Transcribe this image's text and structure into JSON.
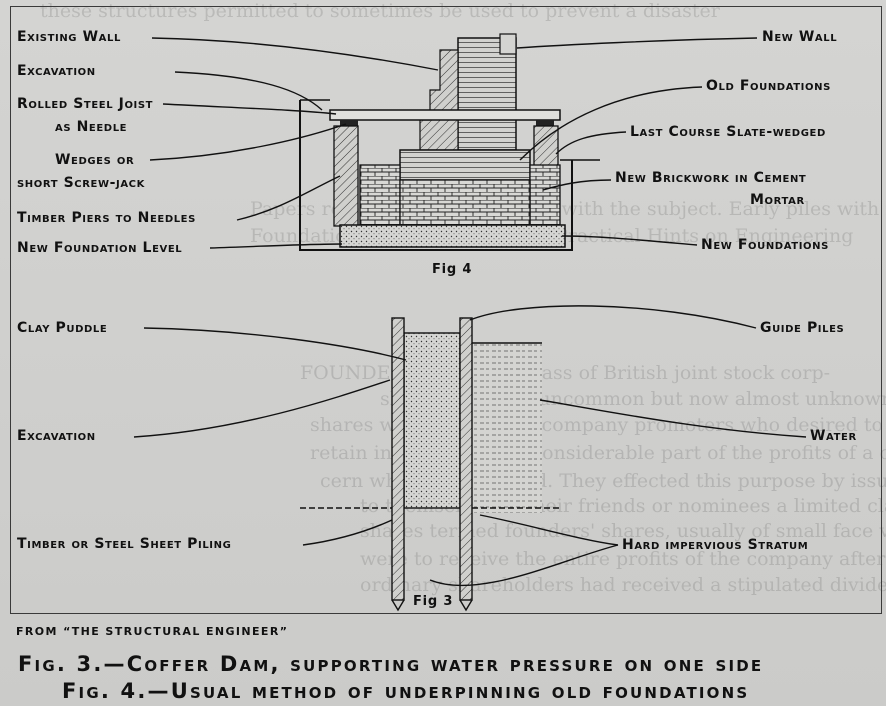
{
  "labels_left": [
    {
      "id": "existing-wall",
      "text": "Existing Wall"
    },
    {
      "id": "excavation-top",
      "text": "Excavation"
    },
    {
      "id": "rsj-needle-1",
      "text": "Rolled Steel Joist"
    },
    {
      "id": "rsj-needle-2",
      "text": "as Needle"
    },
    {
      "id": "wedges-1",
      "text": "Wedges or"
    },
    {
      "id": "wedges-2",
      "text": "short Screw-jack"
    },
    {
      "id": "timber-piers",
      "text": "Timber Piers to Needles"
    },
    {
      "id": "new-foundation-level",
      "text": "New Foundation Level"
    },
    {
      "id": "clay-puddle",
      "text": "Clay Puddle"
    },
    {
      "id": "excavation-bottom",
      "text": "Excavation"
    },
    {
      "id": "sheet-piling",
      "text": "Timber or Steel Sheet Piling"
    }
  ],
  "labels_right": [
    {
      "id": "new-wall",
      "text": "New Wall"
    },
    {
      "id": "old-foundations",
      "text": "Old Foundations"
    },
    {
      "id": "last-course",
      "text": "Last Course Slate-wedged"
    },
    {
      "id": "new-brickwork-1",
      "text": "New Brickwork in Cement"
    },
    {
      "id": "new-brickwork-2",
      "text": "Mortar"
    },
    {
      "id": "new-foundations",
      "text": "New Foundations"
    },
    {
      "id": "guide-piles",
      "text": "Guide Piles"
    },
    {
      "id": "water",
      "text": "Water"
    },
    {
      "id": "hard-stratum",
      "text": "Hard impervious Stratum"
    }
  ],
  "fig4_label": "Fig 4",
  "fig3_label": "Fig 3",
  "source": "FROM “THE STRUCTURAL ENGINEER”",
  "caption_1": "Fig. 3.—Coffer Dam, supporting water pressure on one side",
  "caption_2": "Fig. 4.—Usual method of underpinning old foundations",
  "bleed_through": [
    "these structures permitted to sometimes be used to prevent a disaster",
    "Papers referred to in connexion with the subject. Early piles with friction",
    "Foundations, vol. i: W. Mattoon Practical Hints on Engineering",
    "FOUNDERS' SHARES, class of British joint stock corp-",
    "shares once not uncommon but now almost unknown",
    "shares were created by company promoters who desired to",
    "retain in their hands a considerable part of the profits of a con-",
    "cern which they floated. They effected this purpose by issuing",
    "to themselves or their friends or nominees a limited class of",
    "shares termed founders' shares, usually of small face value, which",
    "were to receive the entire profits of the company after the",
    "ordinary shareholders had received a stipulated dividend"
  ],
  "colors": {
    "ink": "#111111",
    "paper": "#cfcfcd"
  }
}
